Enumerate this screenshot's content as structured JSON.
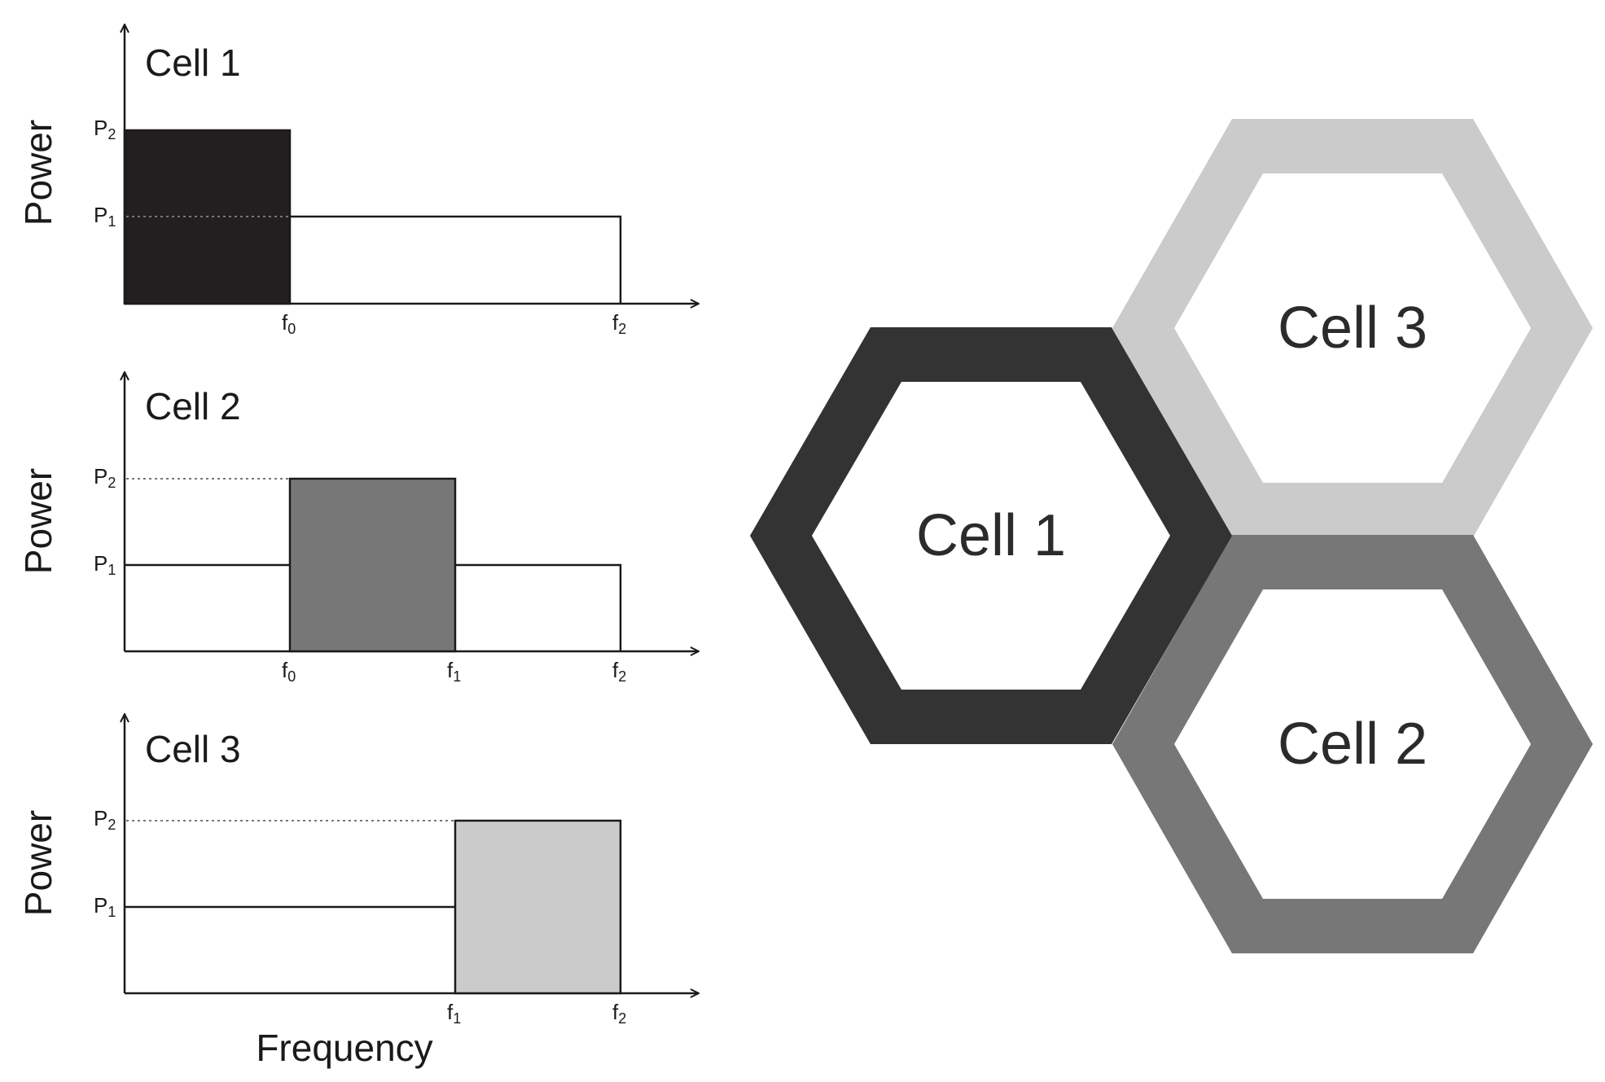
{
  "colors": {
    "cell1": "#231f20",
    "cell2": "#777777",
    "cell3": "#cbcbcb",
    "hex_fill": "#ffffff"
  },
  "panels": [
    {
      "title": "Cell 1",
      "ylabel": "Power",
      "y_ticks": [
        {
          "base": "P",
          "sub": "2"
        },
        {
          "base": "P",
          "sub": "1"
        }
      ],
      "x_ticks": [
        {
          "base": "f",
          "sub": "0"
        },
        {
          "base": "f",
          "sub": "2"
        }
      ]
    },
    {
      "title": "Cell 2",
      "ylabel": "Power",
      "y_ticks": [
        {
          "base": "P",
          "sub": "2"
        },
        {
          "base": "P",
          "sub": "1"
        }
      ],
      "x_ticks": [
        {
          "base": "f",
          "sub": "0"
        },
        {
          "base": "f",
          "sub": "1"
        },
        {
          "base": "f",
          "sub": "2"
        }
      ]
    },
    {
      "title": "Cell 3",
      "ylabel": "Power",
      "y_ticks": [
        {
          "base": "P",
          "sub": "2"
        },
        {
          "base": "P",
          "sub": "1"
        }
      ],
      "x_ticks": [
        {
          "base": "f",
          "sub": "1"
        },
        {
          "base": "f",
          "sub": "2"
        }
      ]
    }
  ],
  "xlabel": "Frequency",
  "hexagons": [
    {
      "label": "Cell 1",
      "icon": "hexagon-cell-1"
    },
    {
      "label": "Cell 2",
      "icon": "hexagon-cell-2"
    },
    {
      "label": "Cell 3",
      "icon": "hexagon-cell-3"
    }
  ]
}
